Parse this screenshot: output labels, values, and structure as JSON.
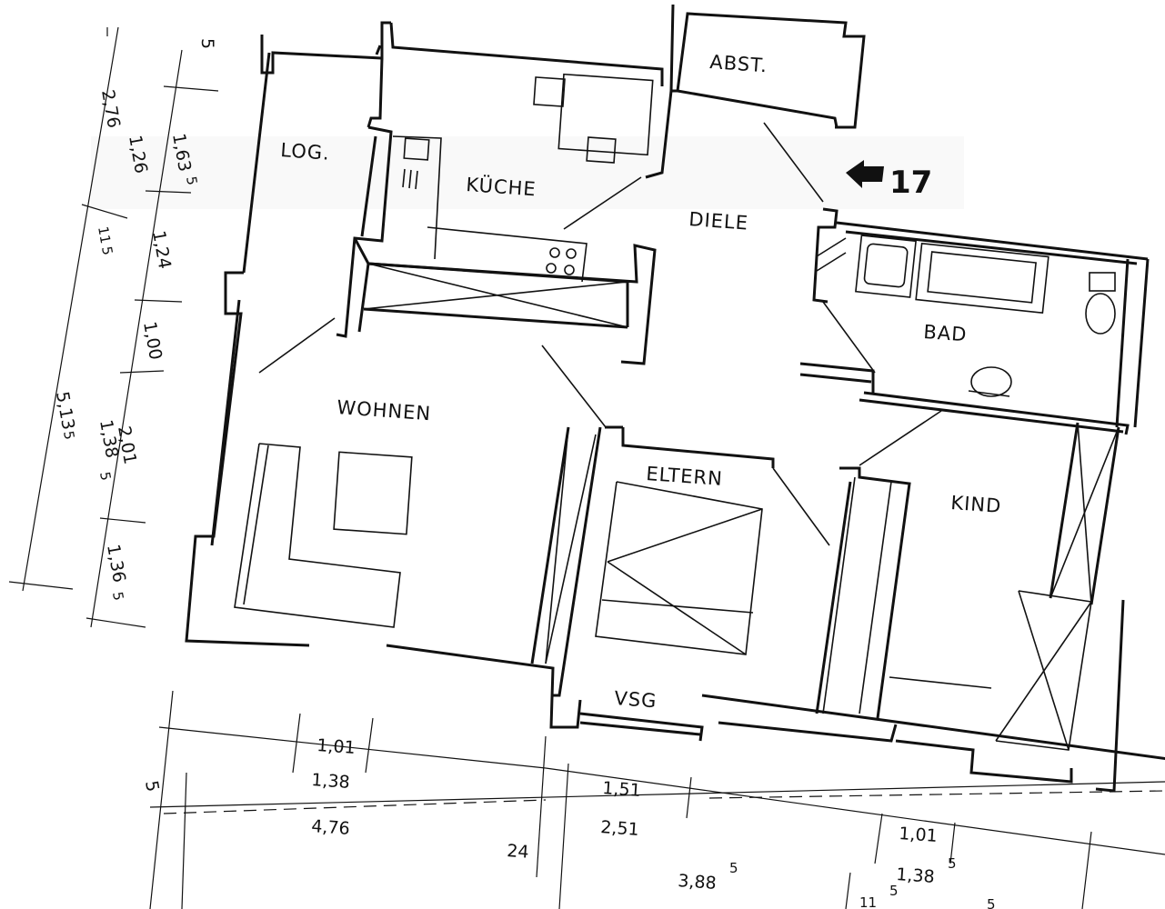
{
  "rooms": {
    "abst": "ABST.",
    "log": "LOG.",
    "kueche": "KÜCHE",
    "diele": "DIELE",
    "bad": "BAD",
    "wohnen": "WOHNEN",
    "eltern": "ELTERN",
    "kind": "KIND",
    "vsg": "VSG"
  },
  "entrance": {
    "number": "17"
  },
  "dimensions": {
    "left": [
      "2,76",
      "1,26",
      "1,63",
      "5",
      "11",
      "5",
      "1,24",
      "1,00",
      "5,13",
      "5",
      "1,38",
      "5",
      "2,01",
      "1,36",
      "5"
    ],
    "left_top": "5",
    "bottom": [
      "5",
      "1,01",
      "1,38",
      "4,76",
      "24",
      "1,51",
      "2,51",
      "1,01",
      "1,38",
      "5",
      "3,88",
      "5",
      "11",
      "5",
      "5"
    ]
  },
  "colors": {
    "ink": "#111111",
    "paper": "#ffffff"
  }
}
